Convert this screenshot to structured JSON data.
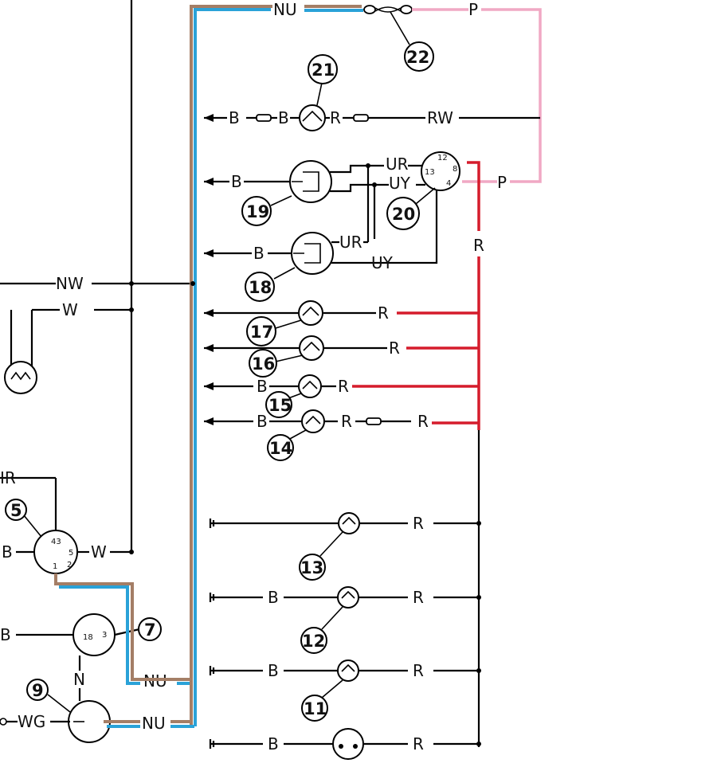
{
  "wire_labels": {
    "nu_top": "NU",
    "p_top": "P",
    "p_mid": "P",
    "b_21a": "B",
    "b_21b": "B",
    "r_21": "R",
    "rw_21": "RW",
    "b_19": "B",
    "ur_19": "UR",
    "uy_19": "UY",
    "b_18": "B",
    "ur_18": "UR",
    "uy_18": "UY",
    "r_vertical": "R",
    "nw_left": "NW",
    "w_left": "W",
    "r_17": "R",
    "r_16": "R",
    "b_15": "B",
    "r_15": "R",
    "b_14": "B",
    "r_14a": "R",
    "r_14b": "R",
    "r_13": "R",
    "b_12": "B",
    "r_12": "R",
    "b_11": "B",
    "r_11": "R",
    "b_10": "B",
    "r_10": "R",
    "ir_5": "IR",
    "b_5": "B",
    "w_5": "W",
    "b_7": "B",
    "n_7": "N",
    "nu_7": "NU",
    "wg_9": "WG",
    "nu_9": "NU"
  },
  "components": {
    "c22": "22",
    "c21": "21",
    "c20": "20",
    "c19": "19",
    "c18": "18",
    "c17": "17",
    "c16": "16",
    "c15": "15",
    "c14": "14",
    "c13": "13",
    "c12": "12",
    "c11": "11",
    "c9": "9",
    "c7": "7",
    "c5": "5"
  },
  "pin_labels": {
    "s20_12": "12",
    "s20_13": "13",
    "s20_8": "8",
    "s20_4": "4",
    "s5_43": "43",
    "s5_5": "5",
    "s5_2": "2",
    "s5_1": "1",
    "s7_18": "18",
    "s7_3": "3"
  },
  "highlight_colors": {
    "blue": "#2aa2d8",
    "brown": "#a47e66",
    "pink": "#f0a8c4",
    "red": "#d51c2c"
  }
}
